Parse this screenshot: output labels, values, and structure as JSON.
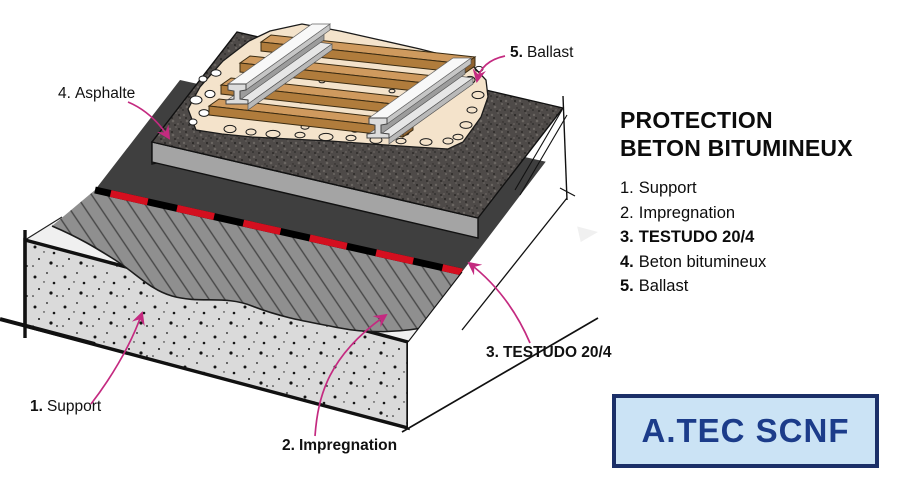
{
  "title": "PROTECTION BETON BITUMINEUX cross-section diagram",
  "colors": {
    "arrow_pink": "#c42a80",
    "membrane_red": "#d40f1f",
    "membrane_dark": "#3f3f3f",
    "impregnation_gray": "#8f8f8f",
    "concrete_gray": "#dadada",
    "asphalt_dark": "#4e4a48",
    "ballast_beige": "#f4e3cb",
    "wood_tan": "#cf9a5e",
    "rail_steel": "#dcdcdc",
    "brand_bg": "#cbe3f5",
    "brand_border": "#1b2f68",
    "brand_text": "#1c3c8a"
  },
  "callouts": [
    {
      "num": "4.",
      "label": "Asphalte"
    },
    {
      "num": "5.",
      "label": "Ballast"
    },
    {
      "num": "1.",
      "label": "Support"
    },
    {
      "num": "2.",
      "label": "Impregnation"
    },
    {
      "num": "3.",
      "label": "TESTUDO 20/4"
    }
  ],
  "legend": {
    "title_line1": "PROTECTION",
    "title_line2": "BETON BITUMINEUX",
    "items": [
      {
        "num": "1.",
        "label": "Support"
      },
      {
        "num": "2.",
        "label": "Impregnation"
      },
      {
        "num": "3.",
        "label": "TESTUDO 20/4"
      },
      {
        "num": "4.",
        "label": "Beton bitumineux"
      },
      {
        "num": "5.",
        "label": "Ballast"
      }
    ]
  },
  "brand": {
    "label": "A.TEC SCNF"
  }
}
